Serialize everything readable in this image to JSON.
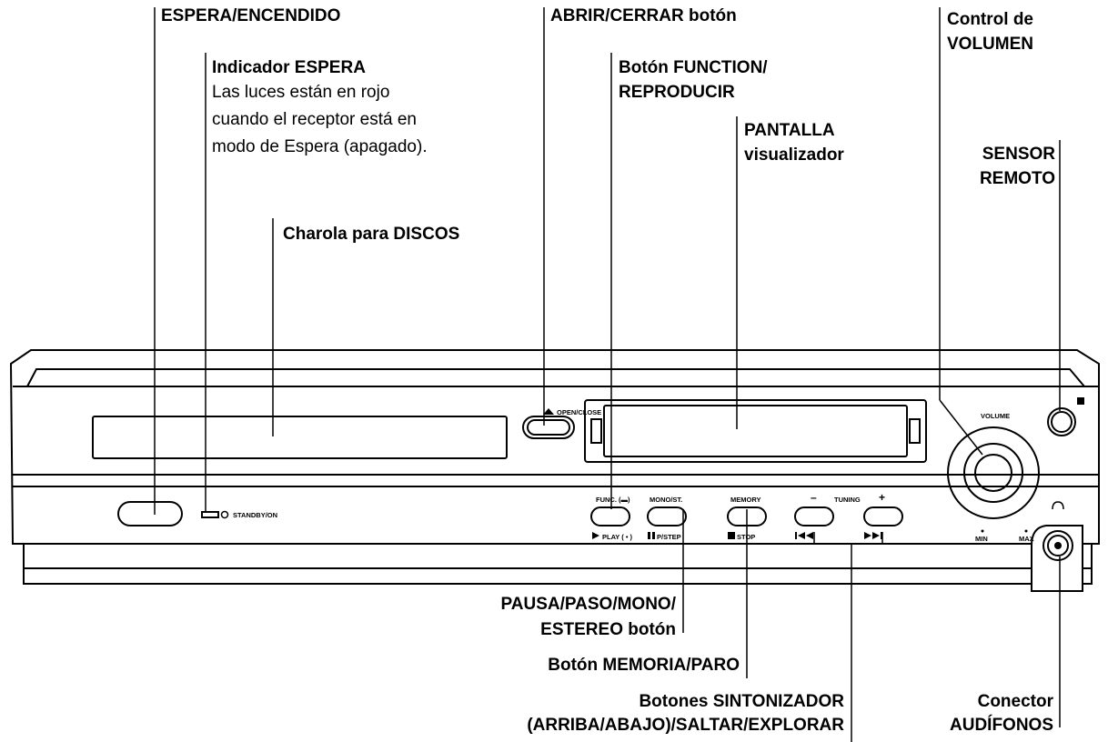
{
  "callouts": {
    "standby_on": "ESPERA/ENCENDIDO",
    "standby_indicator_title": "Indicador ESPERA",
    "standby_indicator_desc": [
      "Las luces están en rojo",
      "cuando el receptor está en",
      "modo de Espera (apagado)."
    ],
    "disc_tray": "Charola para DISCOS",
    "open_close": "ABRIR/CERRAR botón",
    "function_play": [
      "Botón FUNCTION/",
      "REPRODUCIR"
    ],
    "display": [
      "PANTALLA",
      "visualizador"
    ],
    "volume_control": [
      "Control de",
      "VOLUMEN"
    ],
    "remote_sensor": [
      "SENSOR",
      "REMOTO"
    ],
    "pause_step_mono": [
      "PAUSA/PASO/MONO/",
      "ESTEREO botón"
    ],
    "memory_stop": "Botón MEMORIA/PARO",
    "tuner_buttons": [
      "Botones SINTONIZADOR",
      "(ARRIBA/ABAJO)/SALTAR/EXPLORAR"
    ],
    "headphone_jack": [
      "Conector",
      "AUDÍFONOS"
    ]
  },
  "panel": {
    "open_close": "OPEN/CLOSE",
    "volume": "VOLUME",
    "standby_on": "STANDBY/ON",
    "func": "FUNC. (▬)",
    "play": "PLAY ( • )",
    "mono_st": "MONO/ST.",
    "p_step": "P/STEP",
    "memory": "MEMORY",
    "stop": "STOP",
    "tuning": "TUNING",
    "minus": "–",
    "plus": "+",
    "min": "MIN",
    "max": "MAX"
  }
}
